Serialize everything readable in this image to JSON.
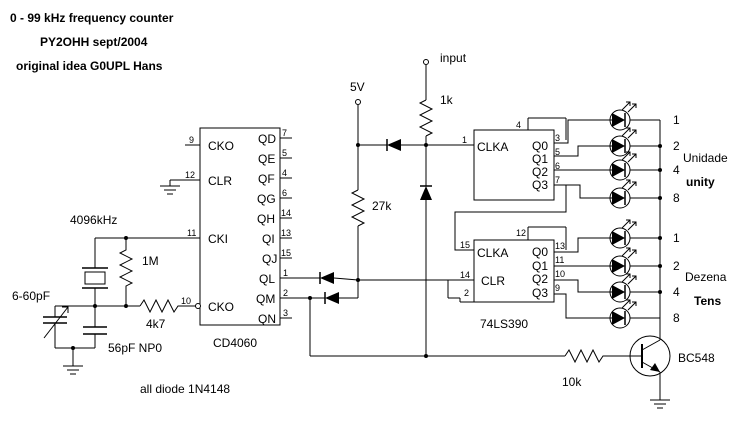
{
  "title": {
    "line1": "0 - 99 kHz frequency counter",
    "line2": "PY2OHH sept/2004",
    "line3": "original idea G0UPL Hans"
  },
  "notes": {
    "diodes": "all diode 1N4148",
    "input": "input",
    "supply": "5V"
  },
  "components": {
    "crystal": "4096kHz",
    "trimmer": "6-60pF",
    "cap": "56pF NP0",
    "r_1m": "1M",
    "r_4k7": "4k7",
    "r_1k": "1k",
    "r_27k": "27k",
    "r_10k": "10k",
    "transistor": "BC548",
    "ic1": "CD4060",
    "ic2": "74LS390"
  },
  "cd4060": {
    "left_pins": [
      {
        "name": "CKO",
        "num": "9"
      },
      {
        "name": "CLR",
        "num": "12"
      },
      {
        "name": "CKI",
        "num": "11"
      },
      {
        "name": "CKO",
        "num": "10"
      }
    ],
    "right_pins": [
      {
        "name": "QD",
        "num": "7"
      },
      {
        "name": "QE",
        "num": "5"
      },
      {
        "name": "QF",
        "num": "4"
      },
      {
        "name": "QG",
        "num": "6"
      },
      {
        "name": "QH",
        "num": "14"
      },
      {
        "name": "QI",
        "num": "13"
      },
      {
        "name": "QJ",
        "num": "15"
      },
      {
        "name": "QL",
        "num": "1"
      },
      {
        "name": "QM",
        "num": "2"
      },
      {
        "name": "QN",
        "num": "3"
      }
    ]
  },
  "ls390_a": {
    "clk": "CLKA",
    "clk_pin": "1",
    "top_pin": "4",
    "outputs": [
      {
        "name": "Q0",
        "num": "3"
      },
      {
        "name": "Q1",
        "num": "5"
      },
      {
        "name": "Q2",
        "num": "6"
      },
      {
        "name": "Q3",
        "num": "7"
      }
    ]
  },
  "ls390_b": {
    "clk": "CLKA",
    "clk_pin": "15",
    "top_pin": "12",
    "clr": "CLR",
    "clr_pin": "14",
    "in2_pin": "2",
    "outputs": [
      {
        "name": "Q0",
        "num": "13"
      },
      {
        "name": "Q1",
        "num": "11"
      },
      {
        "name": "Q2",
        "num": "10"
      },
      {
        "name": "Q3",
        "num": "9"
      }
    ]
  },
  "units": {
    "label": "Unidade",
    "label_en": "unity",
    "weights": [
      "1",
      "2",
      "4",
      "8"
    ]
  },
  "tens": {
    "label": "Dezena",
    "label_en": "Tens",
    "weights": [
      "1",
      "2",
      "4",
      "8"
    ]
  }
}
